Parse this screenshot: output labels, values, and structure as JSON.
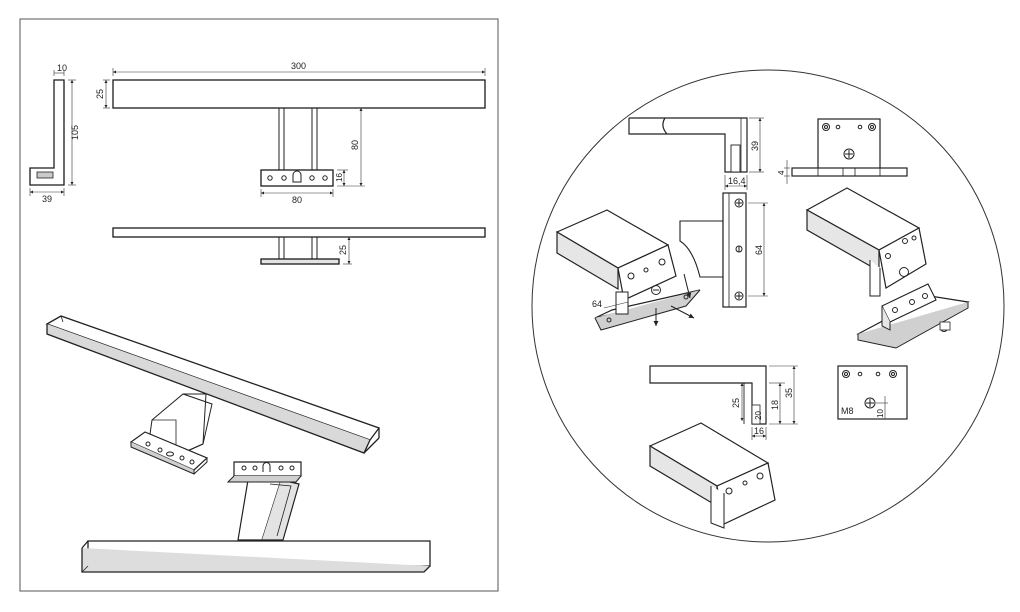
{
  "diagram": {
    "colors": {
      "line": "#222222",
      "panel_border": "#555555",
      "background": "#ffffff",
      "fill_light": "#e3e3e3",
      "fill_mid": "#c9c9c9"
    },
    "left_panel": {
      "side_view": {
        "width_top": "10",
        "height": "105",
        "base_width": "39"
      },
      "front_view": {
        "length": "300",
        "bar_height": "25",
        "arm_height": "80",
        "plate_height": "16",
        "plate_width": "80"
      },
      "top_view": {
        "offset": "25"
      }
    },
    "detail_circle": {
      "bracket_side": {
        "height": "39",
        "depth": "16,4"
      },
      "plate_front": {
        "thickness": "4"
      },
      "mount_exploded": {
        "hole_spacing": "64",
        "slot_spacing": "64"
      },
      "clamp_side": {
        "depth": "25",
        "inner": "18",
        "total": "35",
        "slot": "20",
        "width": "16"
      },
      "nut_plate": {
        "thread": "M8",
        "offset": "10"
      }
    }
  }
}
